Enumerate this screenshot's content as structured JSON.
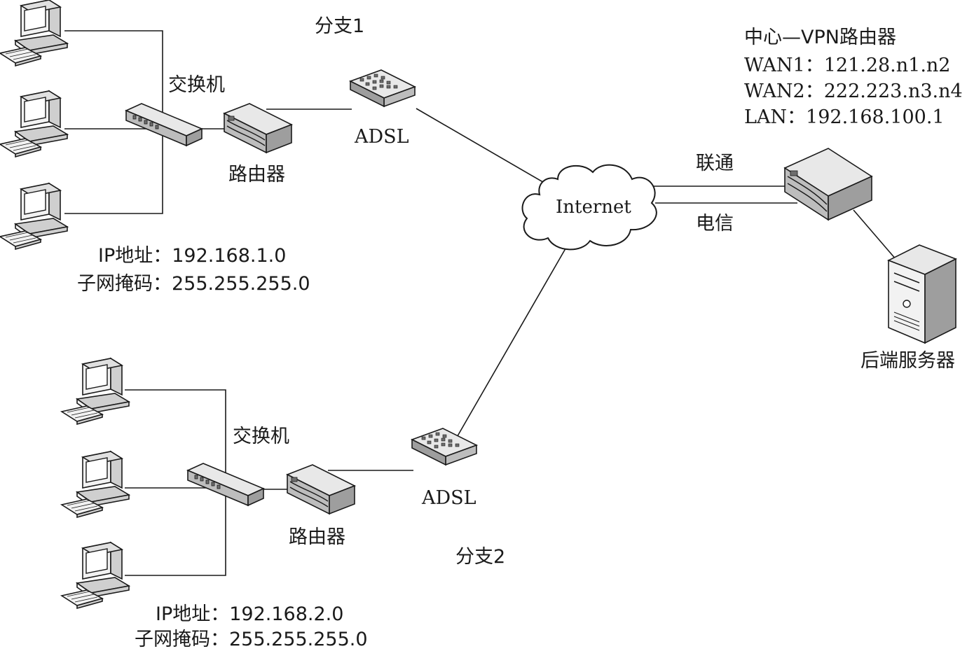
{
  "branch1": {
    "title": "分支1",
    "switch_label": "交换机",
    "router_label": "路由器",
    "adsl_label": "ADSL",
    "ip_line": "IP地址：192.168.1.0",
    "mask_line": "子网掩码：255.255.255.0"
  },
  "branch2": {
    "title": "分支2",
    "switch_label": "交换机",
    "router_label": "路由器",
    "adsl_label": "ADSL",
    "ip_line": "IP地址：192.168.2.0",
    "mask_line": "子网掩码：255.255.255.0"
  },
  "internet": {
    "label": "Internet"
  },
  "center": {
    "title": "中心—VPN路由器",
    "wan1": "WAN1：121.28.n1.n2",
    "wan2": "WAN2：222.223.n3.n4",
    "lan": "LAN：192.168.100.1",
    "isp1": "联通",
    "isp2": "电信"
  },
  "server": {
    "label": "后端服务器"
  }
}
